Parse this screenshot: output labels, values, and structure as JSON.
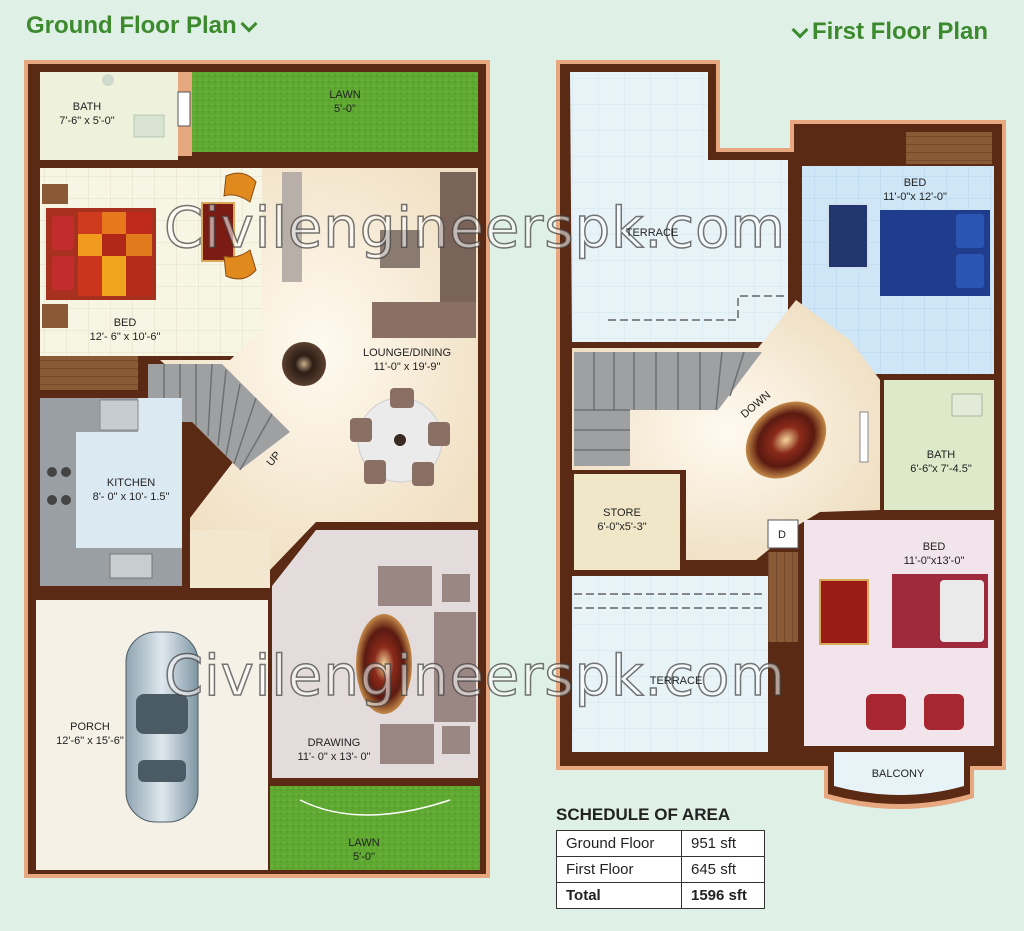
{
  "ground": {
    "title": "Ground Floor Plan",
    "rooms": {
      "bath": {
        "name": "BATH",
        "size": "7'-6\" x 5'-0\""
      },
      "lawn_top": {
        "name": "LAWN",
        "size": "5'-0\""
      },
      "bed": {
        "name": "BED",
        "size": "12'- 6\" x 10'-6\""
      },
      "lounge": {
        "name": "LOUNGE/DINING",
        "size": "11'-0\" x 19'-9\""
      },
      "kitchen": {
        "name": "KITCHEN",
        "size": "8'- 0\" x 10'- 1.5\""
      },
      "up": "UP",
      "porch": {
        "name": "PORCH",
        "size": "12'-6\" x 15'-6\""
      },
      "drawing": {
        "name": "DRAWING",
        "size": "11'- 0\" x 13'- 0\""
      },
      "lawn_bottom": {
        "name": "LAWN",
        "size": "5'-0\""
      }
    }
  },
  "first": {
    "title": "First Floor Plan",
    "rooms": {
      "terrace_top": {
        "name": "TERRACE"
      },
      "bed1": {
        "name": "BED",
        "size": "11'-0\"x 12'-0\""
      },
      "down": "DOWN",
      "bath": {
        "name": "BATH",
        "size": "6'-6\"x 7'-4.5\""
      },
      "store": {
        "name": "STORE",
        "size": "6'-0\"x5'-3\""
      },
      "d": "D",
      "bed2": {
        "name": "BED",
        "size": "11'-0\"x13'-0\""
      },
      "terrace_bottom": {
        "name": "TERRACE"
      },
      "balcony": {
        "name": "BALCONY"
      }
    }
  },
  "watermark": "Civilengineerspk.com",
  "schedule": {
    "title": "SCHEDULE OF AREA",
    "rows": [
      {
        "label": "Ground Floor",
        "value": "951 sft"
      },
      {
        "label": "First Floor",
        "value": "645 sft"
      },
      {
        "label": "Total",
        "value": "1596 sft"
      }
    ]
  },
  "colors": {
    "title_green": "#3d8a2e",
    "wall": "#5a2a14",
    "wall_trim": "#e7a77f",
    "lawn": "#5fa832",
    "bath_tile": "#eef2dc",
    "bed_tile": "#fbf4da",
    "lounge": "#f4e7cf",
    "kitchen": "#dbe9f3",
    "drawing": "#e4dcdc",
    "terrace": "#e7f2f7",
    "bed_blue": "#cfe6f7",
    "bath_green": "#ddeac9",
    "bed_pink": "#f1e4ea",
    "store": "#efe7c8"
  }
}
